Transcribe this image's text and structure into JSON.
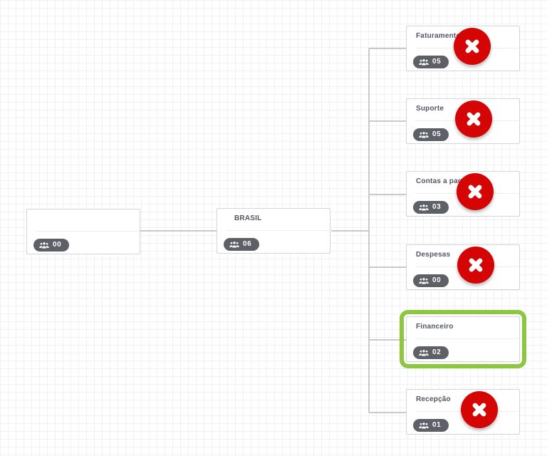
{
  "app": {
    "view": "organization-chart-editor",
    "canvas": "grid"
  },
  "diagram": {
    "nodes": [
      {
        "id": "root",
        "title": "",
        "count": "00",
        "deletable": false,
        "highlighted": false
      },
      {
        "id": "brasil",
        "title": "BRASIL",
        "count": "06",
        "deletable": false,
        "highlighted": false
      },
      {
        "id": "faturamento",
        "title": "Faturamento",
        "count": "05",
        "deletable": true,
        "highlighted": false
      },
      {
        "id": "suporte",
        "title": "Suporte",
        "count": "05",
        "deletable": true,
        "highlighted": false
      },
      {
        "id": "contas",
        "title": "Contas a pagar",
        "count": "03",
        "deletable": true,
        "highlighted": false
      },
      {
        "id": "despesas",
        "title": "Despesas",
        "count": "00",
        "deletable": true,
        "highlighted": false
      },
      {
        "id": "financeiro",
        "title": "Financeiro",
        "count": "02",
        "deletable": false,
        "highlighted": true
      },
      {
        "id": "recepcao",
        "title": "Recepção",
        "count": "01",
        "deletable": true,
        "highlighted": false
      }
    ],
    "edges": [
      {
        "from": "root",
        "to": "brasil"
      },
      {
        "from": "brasil",
        "to": "faturamento"
      },
      {
        "from": "brasil",
        "to": "suporte"
      },
      {
        "from": "brasil",
        "to": "contas"
      },
      {
        "from": "brasil",
        "to": "despesas"
      },
      {
        "from": "brasil",
        "to": "financeiro"
      },
      {
        "from": "brasil",
        "to": "recepcao"
      }
    ],
    "icons": {
      "members": "people-icon",
      "delete": "x-circle-icon"
    },
    "colors": {
      "delete_red": "#d50505",
      "highlight_green": "#8dc63f",
      "badge_gray": "#5d6066",
      "connector_gray": "#c9c9ce",
      "grid_line": "#f1f1f5",
      "title_text": "#525763"
    }
  }
}
